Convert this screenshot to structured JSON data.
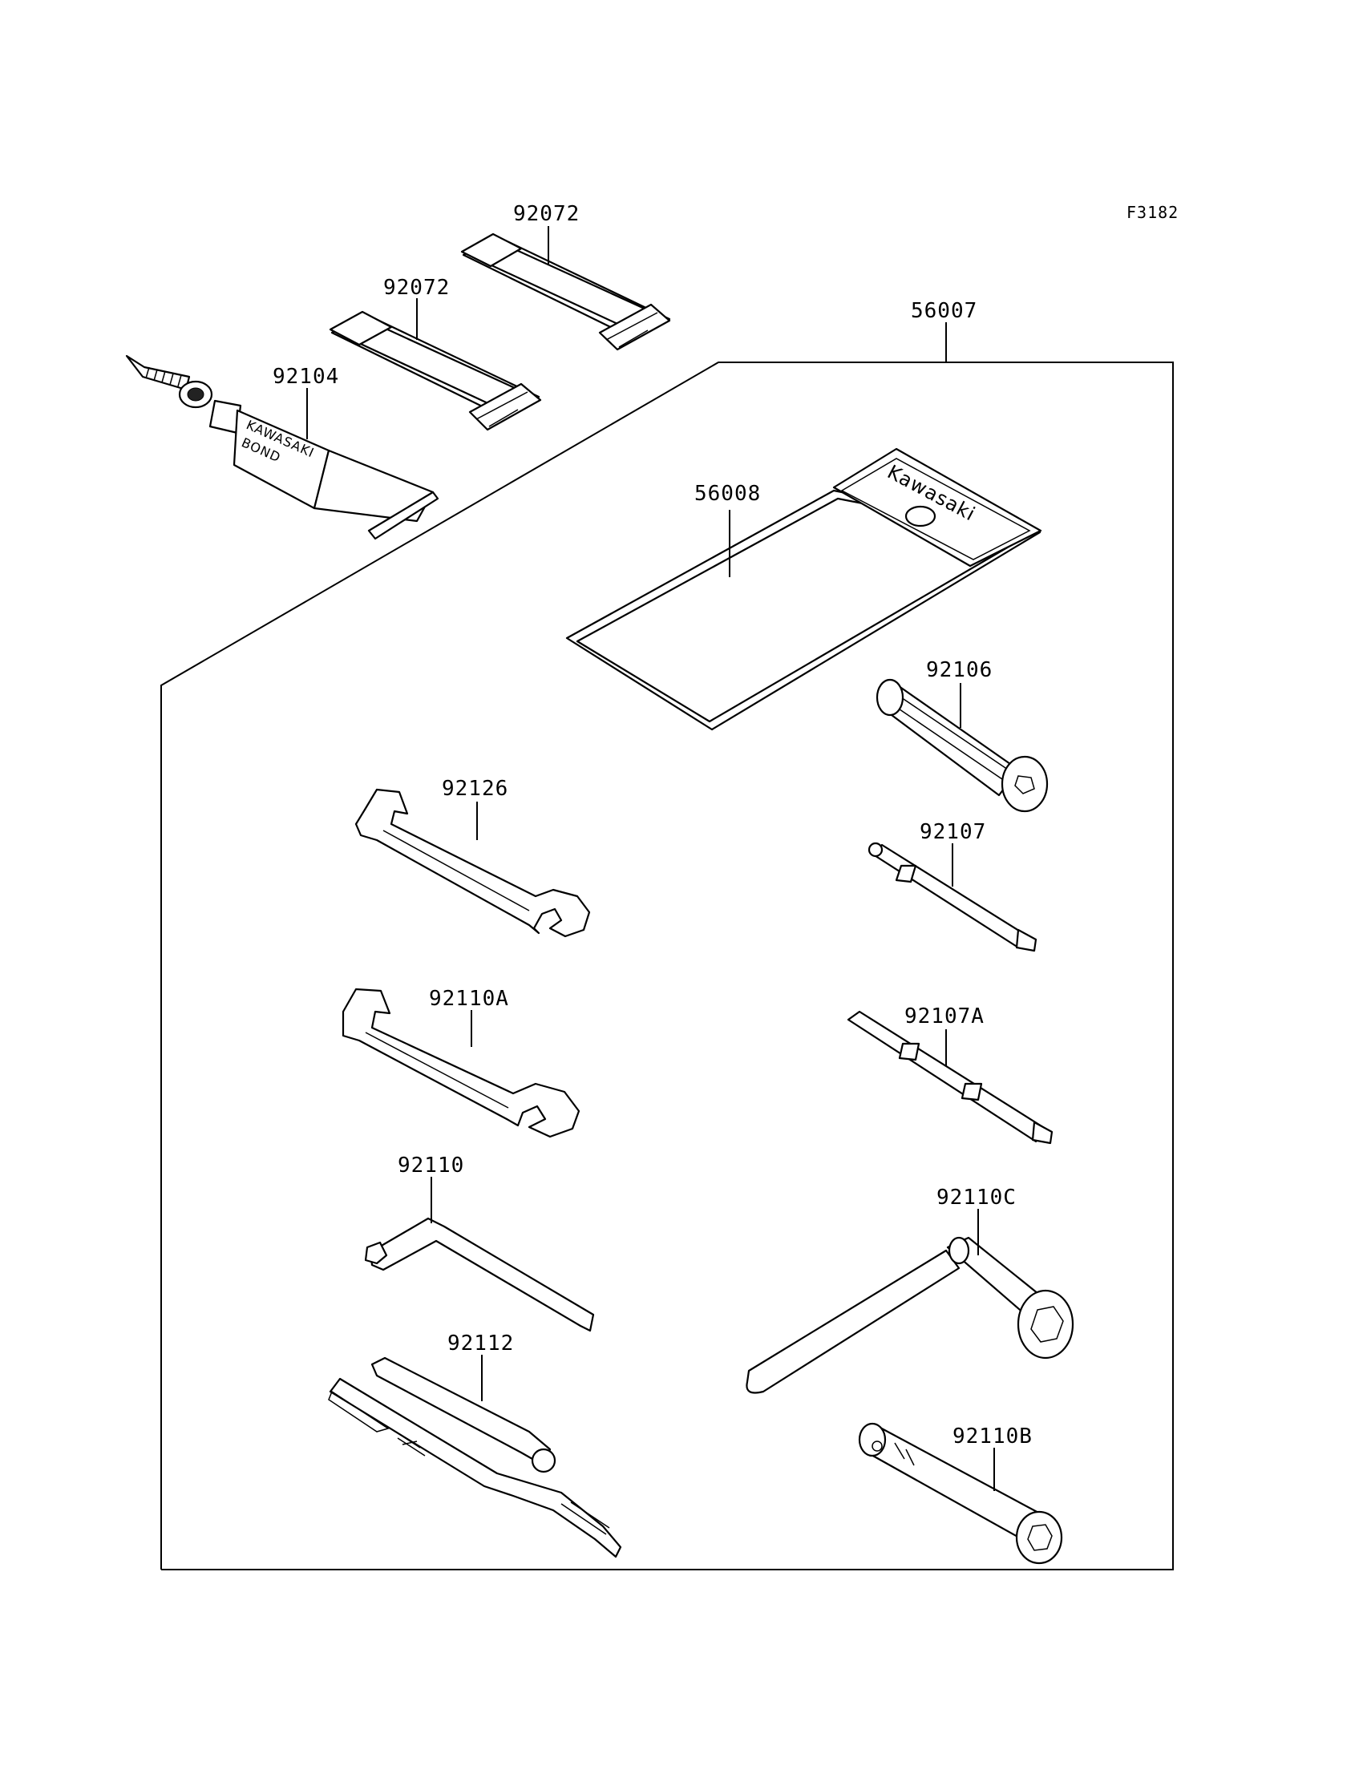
{
  "figure_code": "F3182",
  "brand_text": {
    "pouch": "Kawasaki",
    "tube_line1": "KAWASAKI",
    "tube_line2": "BOND"
  },
  "parts": [
    {
      "id": "p1",
      "label": "92072"
    },
    {
      "id": "p2",
      "label": "92072"
    },
    {
      "id": "p3",
      "label": "92104"
    },
    {
      "id": "p4",
      "label": "56007"
    },
    {
      "id": "p5",
      "label": "56008"
    },
    {
      "id": "p6",
      "label": "92106"
    },
    {
      "id": "p7",
      "label": "92126"
    },
    {
      "id": "p8",
      "label": "92107"
    },
    {
      "id": "p9",
      "label": "92110A"
    },
    {
      "id": "p10",
      "label": "92107A"
    },
    {
      "id": "p11",
      "label": "92110"
    },
    {
      "id": "p12",
      "label": "92110C"
    },
    {
      "id": "p13",
      "label": "92112"
    },
    {
      "id": "p14",
      "label": "92110B"
    }
  ]
}
